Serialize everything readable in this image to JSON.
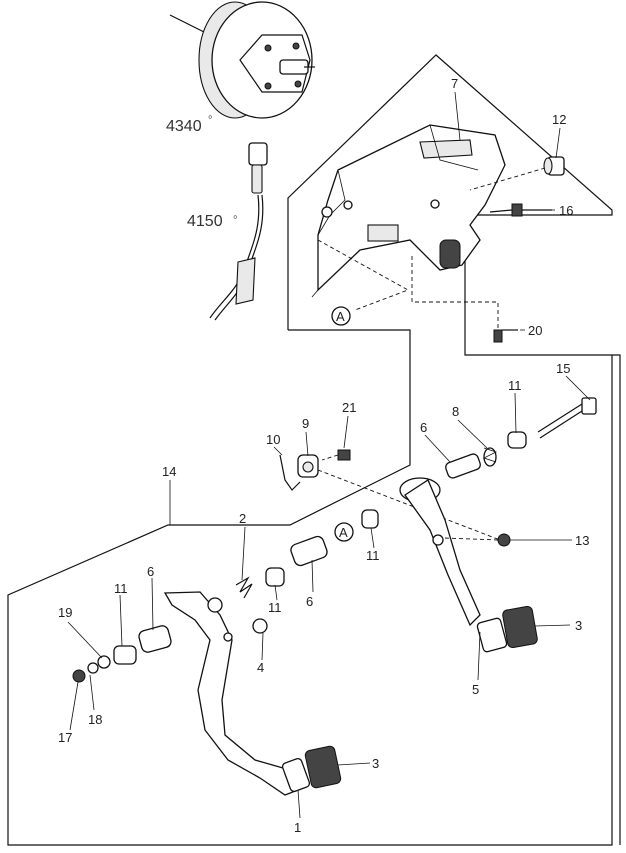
{
  "ref_labels": {
    "booster": "4340",
    "cable": "4150"
  },
  "section_marker": "A",
  "part_labels": {
    "p1": "1",
    "p2": "2",
    "p3a": "3",
    "p3b": "3",
    "p4": "4",
    "p5": "5",
    "p6a": "6",
    "p6b": "6",
    "p6c": "6",
    "p7": "7",
    "p8": "8",
    "p9": "9",
    "p10": "10",
    "p11a": "11",
    "p11b": "11",
    "p11c": "11",
    "p11d": "11",
    "p12": "12",
    "p13": "13",
    "p14": "14",
    "p15": "15",
    "p16": "16",
    "p17": "17",
    "p18": "18",
    "p19": "19",
    "p20": "20",
    "p21": "21"
  }
}
